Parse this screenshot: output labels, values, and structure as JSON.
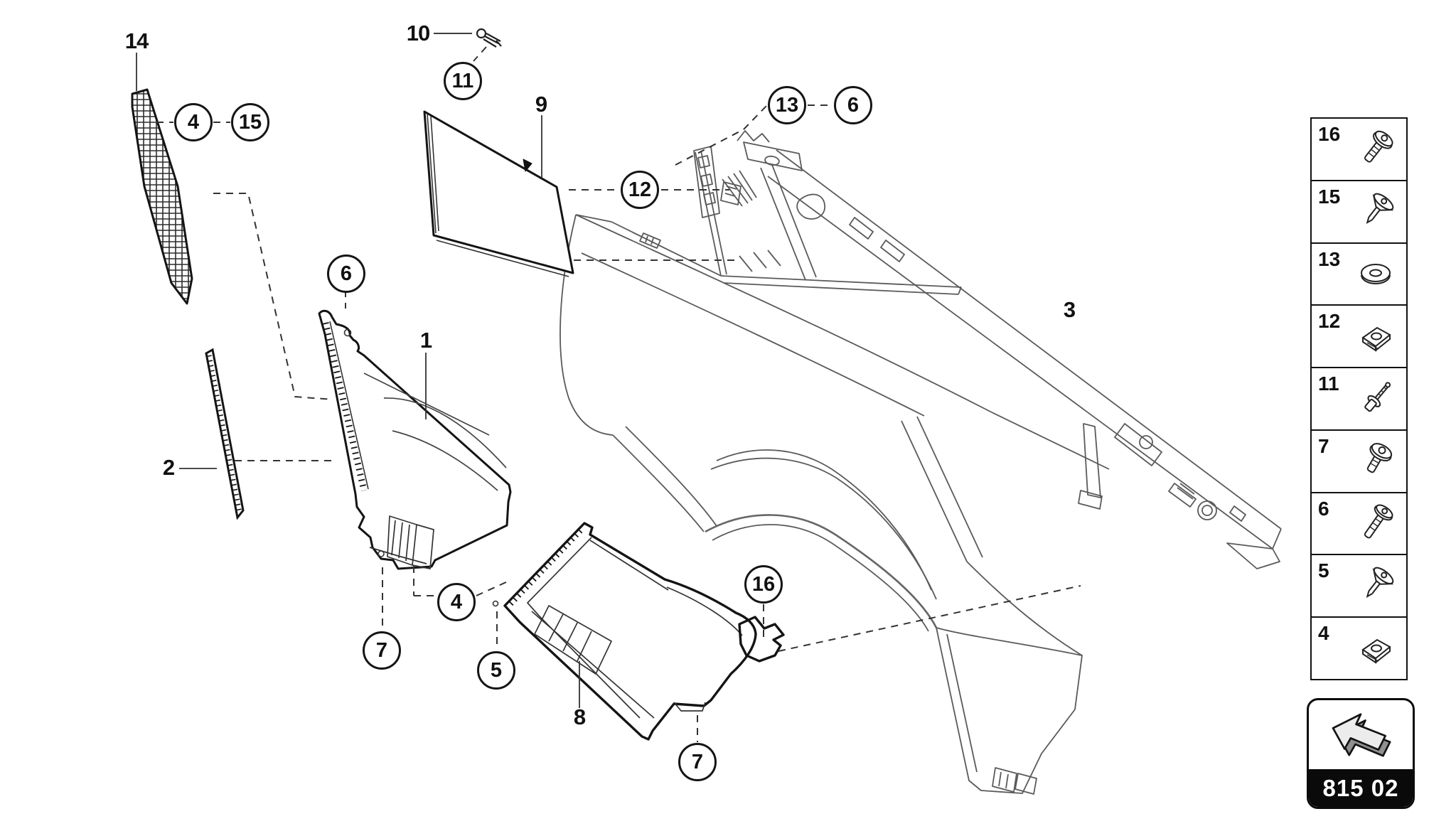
{
  "diagram": {
    "circles": [
      "4",
      "15",
      "11",
      "12",
      "13",
      "6",
      "6",
      "7",
      "4",
      "5",
      "16",
      "7"
    ],
    "labels": [
      "14",
      "10",
      "9",
      "1",
      "2",
      "3",
      "8"
    ]
  },
  "sidebar": {
    "items": [
      {
        "number": "16",
        "icon": "washer-head-screw-icon"
      },
      {
        "number": "15",
        "icon": "push-rivet-icon"
      },
      {
        "number": "13",
        "icon": "washer-icon"
      },
      {
        "number": "12",
        "icon": "clip-nut-icon"
      },
      {
        "number": "11",
        "icon": "blind-rivet-icon"
      },
      {
        "number": "7",
        "icon": "washer-head-screw-icon"
      },
      {
        "number": "6",
        "icon": "washer-head-screw-icon"
      },
      {
        "number": "5",
        "icon": "push-rivet-icon"
      },
      {
        "number": "4",
        "icon": "clip-nut-icon"
      }
    ]
  },
  "footer": {
    "code": "815 02",
    "icon": "arrow-up-left-icon"
  }
}
